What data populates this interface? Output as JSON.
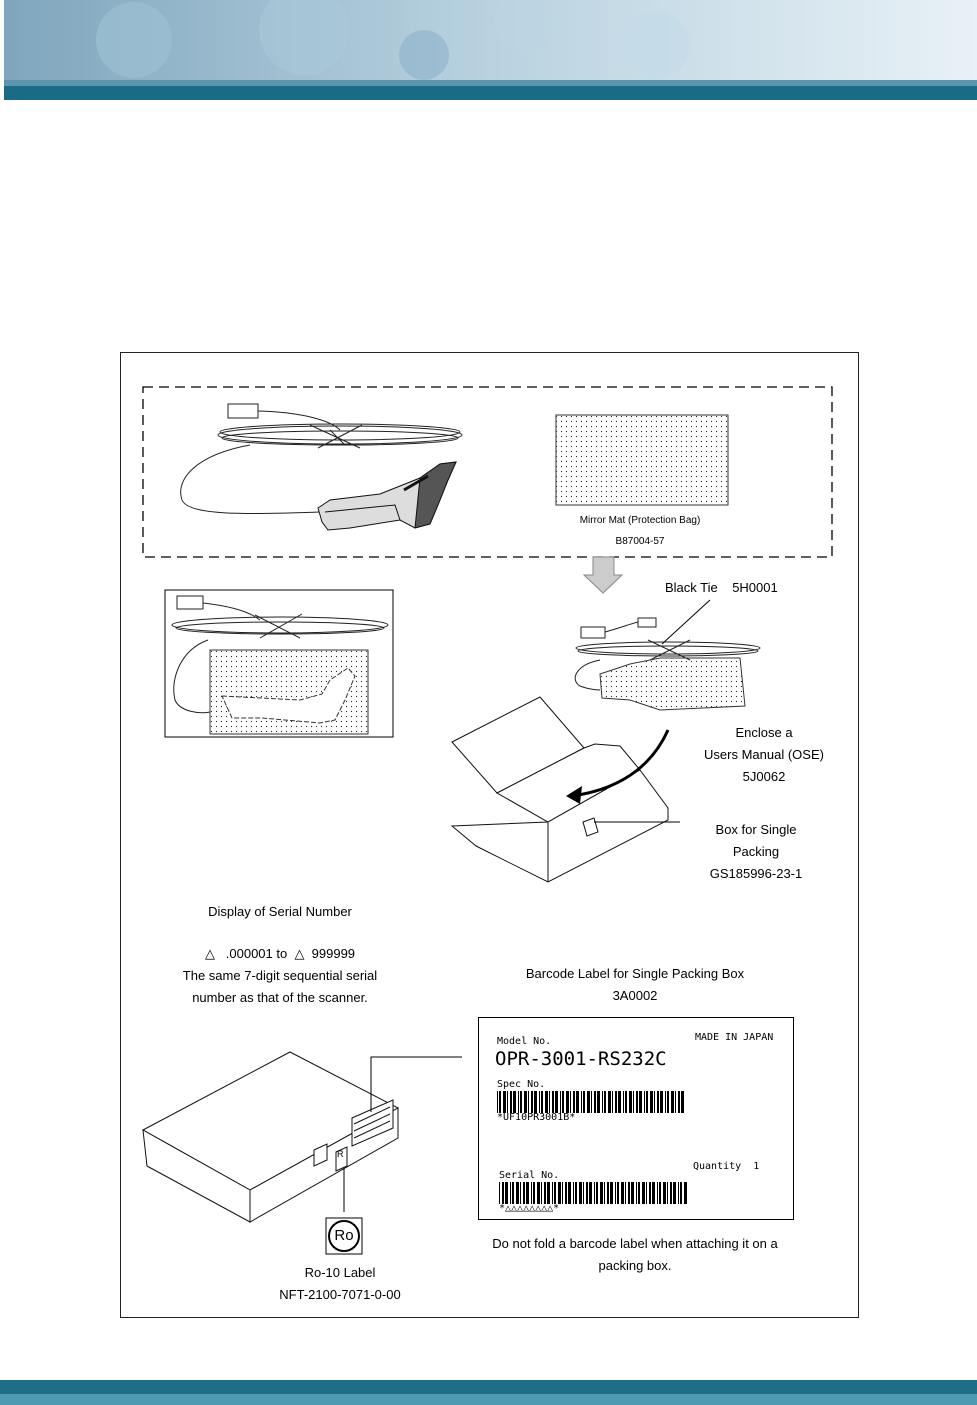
{
  "colors": {
    "accent_teal": "#1a6c86",
    "banner_light": "#cfe3ee",
    "footer_teal": "#1f6e88"
  },
  "figure": {
    "mirror_mat": "Mirror Mat (Protection Bag)",
    "mirror_mat_code": "B87004-57",
    "black_tie": "Black Tie    5H0001",
    "enclose_line1": "Enclose a",
    "enclose_line2": "Users Manual (OSE)",
    "enclose_line3": "5J0062",
    "box_line1": "Box for Single",
    "box_line2": "Packing",
    "box_line3": "GS185996-23-1",
    "serial_title": "Display of Serial Number",
    "serial_range": "△   .000001 to  △  999999",
    "serial_note1": "The same 7-digit sequential serial",
    "serial_note2": "number as that of the scanner.",
    "barcode_title1": "Barcode Label for Single Packing Box",
    "barcode_title2": "3A0002",
    "ro_symbol": "Ro",
    "ro_label1": "Ro-10 Label",
    "ro_label2": "NFT-2100-7071-0-00",
    "fold_note1": "Do not fold a barcode label when attaching it on a",
    "fold_note2": "packing box.",
    "box_small_mark": "R"
  },
  "barcode_label": {
    "model_caption": "Model No.",
    "made_in": "MADE IN JAPAN",
    "model_value": "OPR-3001-RS232C",
    "spec_caption": "Spec No.",
    "spec_value": "*UF10PR3001B*",
    "quantity": "Quantity  1",
    "serial_caption": "Serial No.",
    "serial_value": "*△△△△△△△△*"
  }
}
